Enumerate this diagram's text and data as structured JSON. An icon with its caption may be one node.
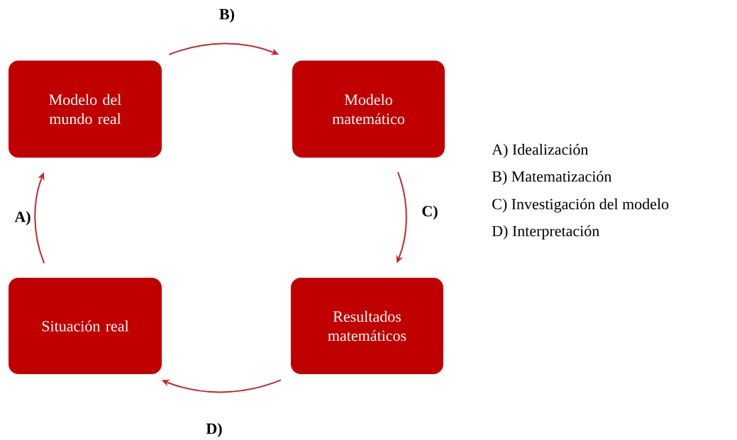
{
  "diagram": {
    "nodes": [
      {
        "text": [
          "Modelo del mundo real"
        ]
      },
      {
        "text": [
          "Modelo matemático"
        ]
      },
      {
        "text": [
          "Resultados matemáticos"
        ]
      },
      {
        "text": [
          "Situación real"
        ]
      }
    ],
    "edges": [
      {
        "from": 3,
        "to": 0,
        "arrow": "to",
        "label": "A)"
      },
      {
        "from": 0,
        "to": 1,
        "arrow": "to",
        "label": "B)"
      },
      {
        "from": 1,
        "to": 2,
        "arrow": "to",
        "label": "C)"
      },
      {
        "from": 2,
        "to": 3,
        "arrow": "to",
        "label": "D)"
      }
    ],
    "labels": [
      "A) Idealización",
      "B) Matematización",
      "C) Investigación del modelo",
      "D) Interpretación"
    ]
  }
}
